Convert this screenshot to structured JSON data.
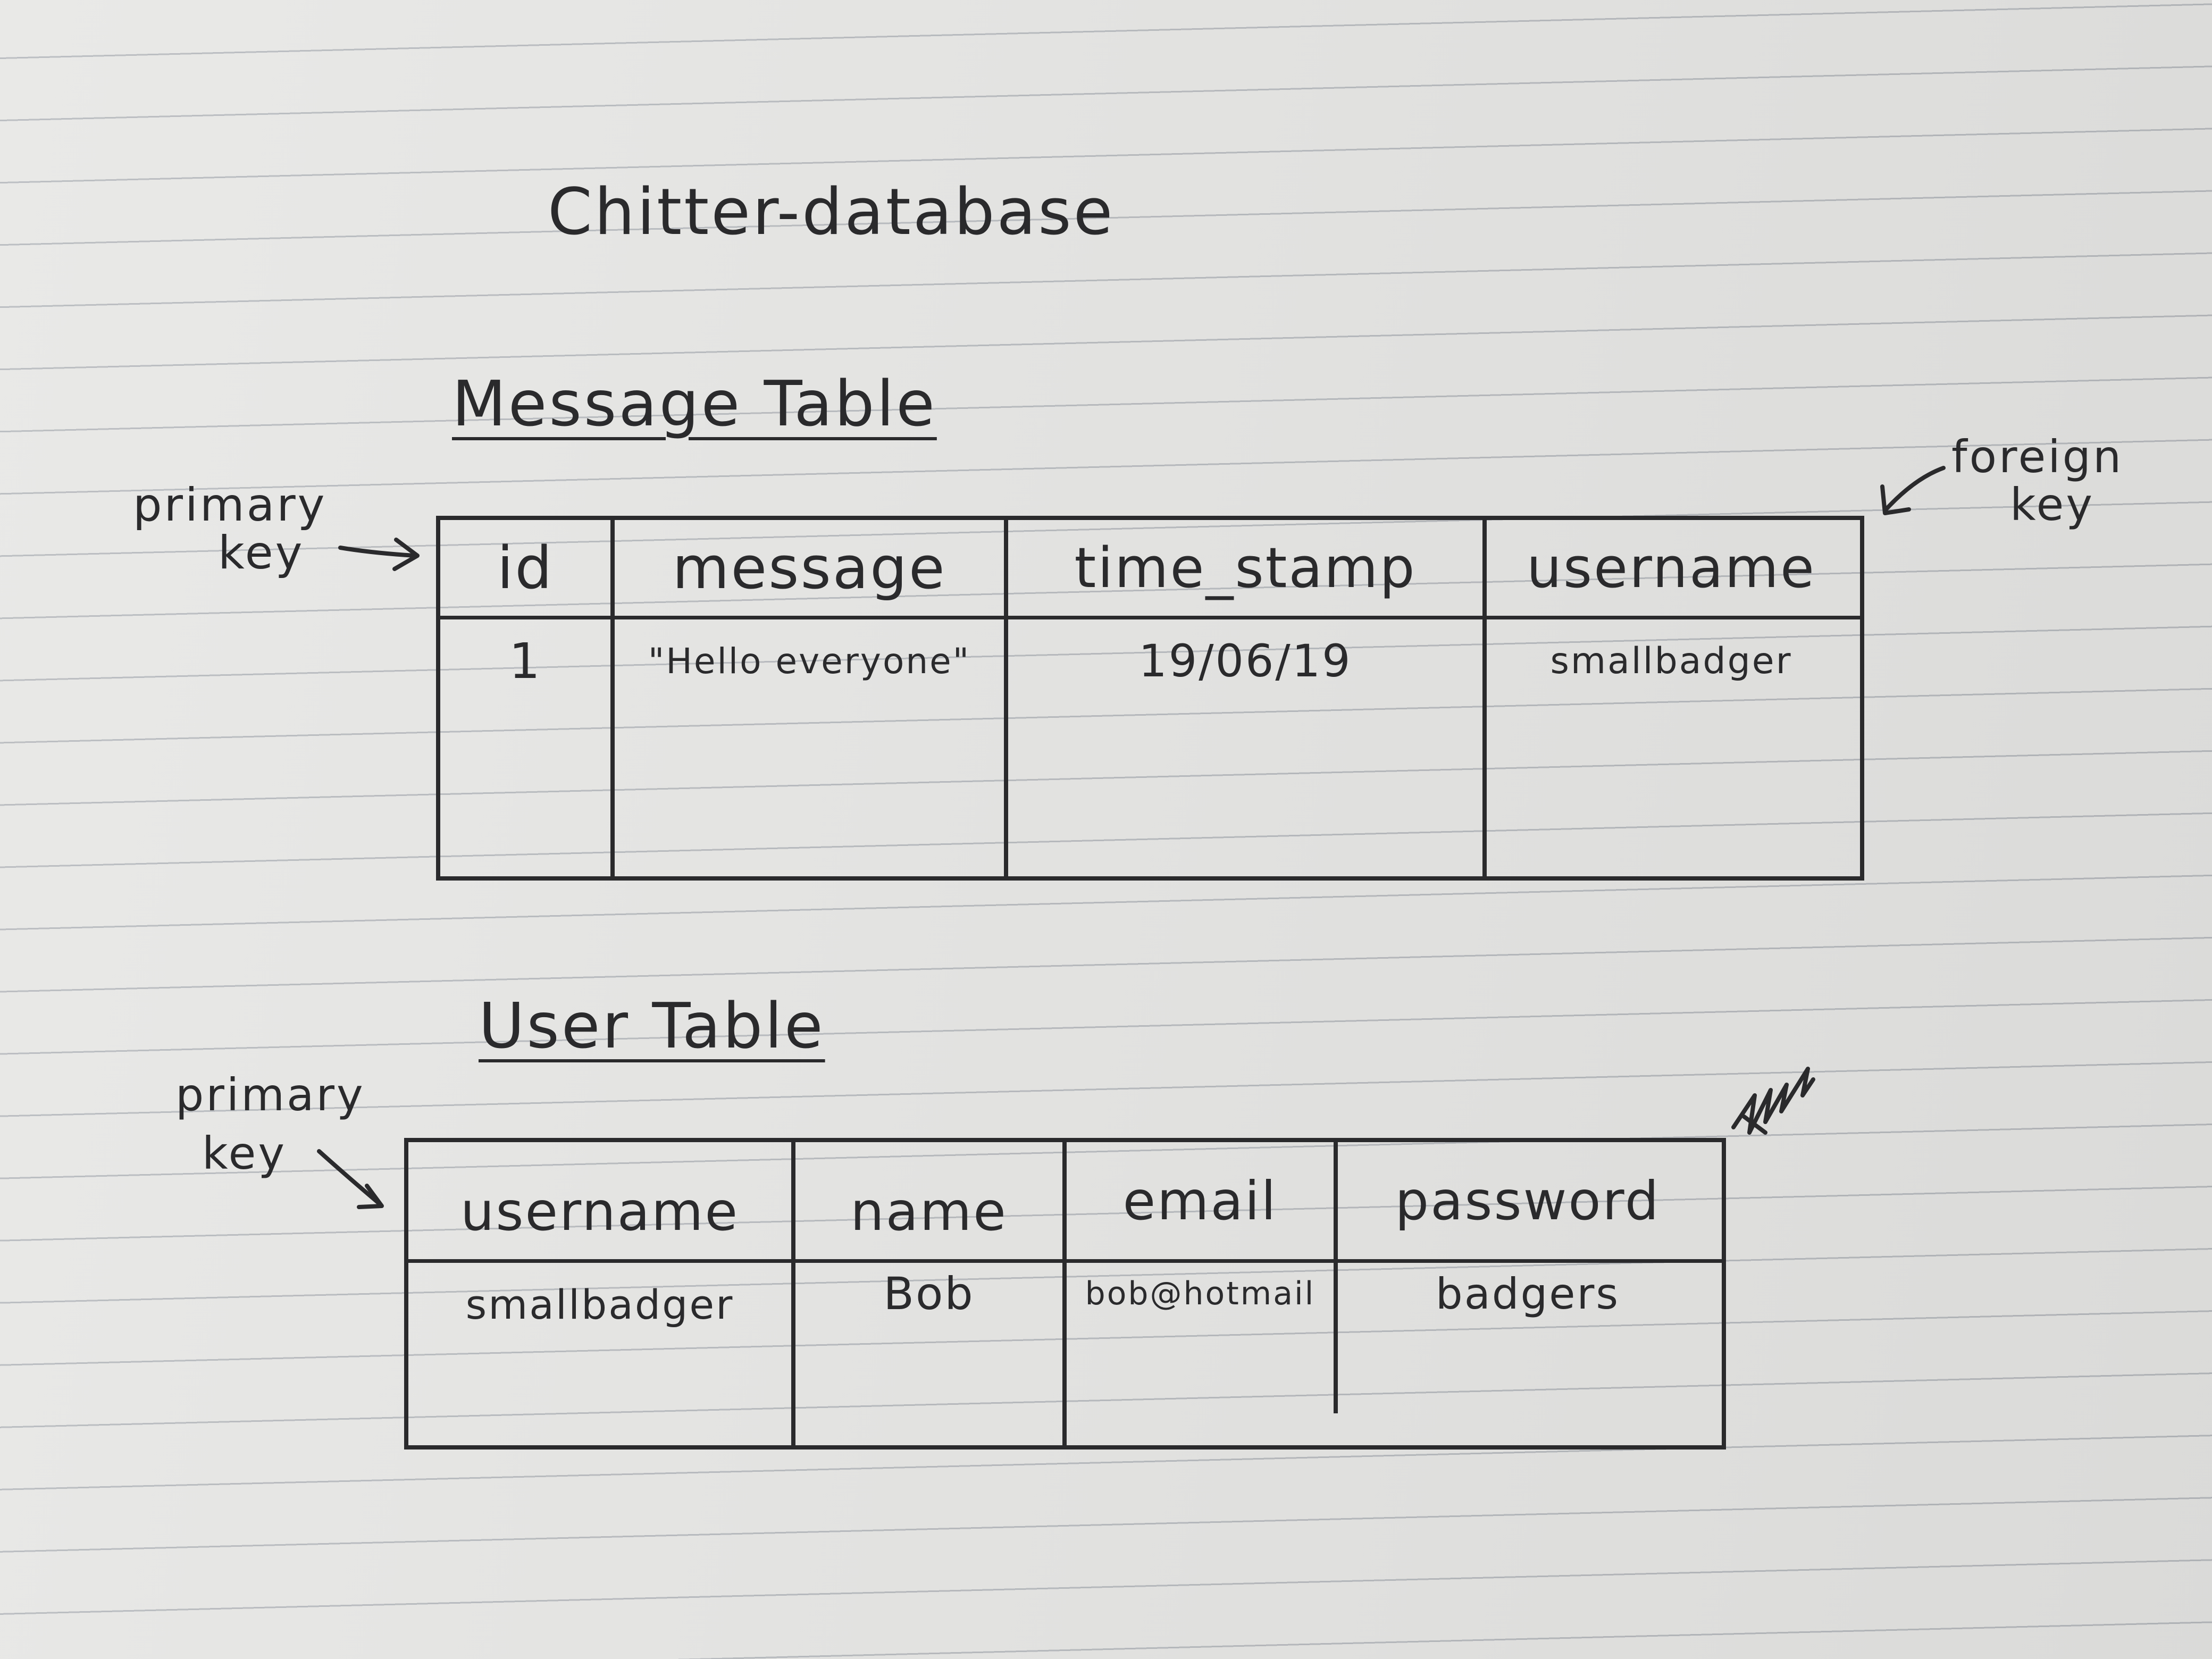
{
  "title": "Chitter-database",
  "message_table": {
    "heading": "Message Table",
    "columns": [
      "id",
      "message",
      "time_stamp",
      "username"
    ],
    "rows": [
      [
        "1",
        "\"Hello everyone\"",
        "19/06/19",
        "smallbadger"
      ]
    ]
  },
  "user_table": {
    "heading": "User Table",
    "columns": [
      "username",
      "name",
      "email",
      "password"
    ],
    "rows": [
      [
        "smallbadger",
        "Bob",
        "bob@hotmail",
        "badgers"
      ]
    ]
  },
  "annotations": {
    "message_primary": [
      "primary",
      "key"
    ],
    "message_foreign": [
      "foreign",
      "key"
    ],
    "user_primary": [
      "primary",
      "key"
    ]
  }
}
